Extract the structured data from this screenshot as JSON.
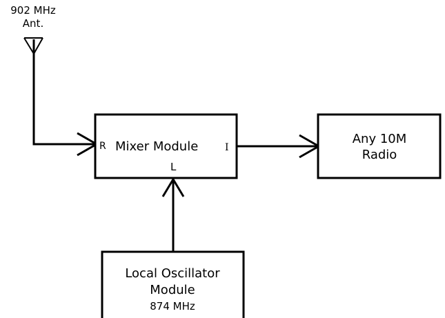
{
  "antenna": {
    "line1": "902 MHz",
    "line2": "Ant."
  },
  "mixer": {
    "label": "Mixer Module",
    "port_r": "R",
    "port_i": "I",
    "port_l": "L"
  },
  "radio": {
    "line1": "Any 10M",
    "line2": "Radio"
  },
  "oscillator": {
    "line1": "Local Oscillator",
    "line2": "Module",
    "line3": "874 MHz"
  }
}
